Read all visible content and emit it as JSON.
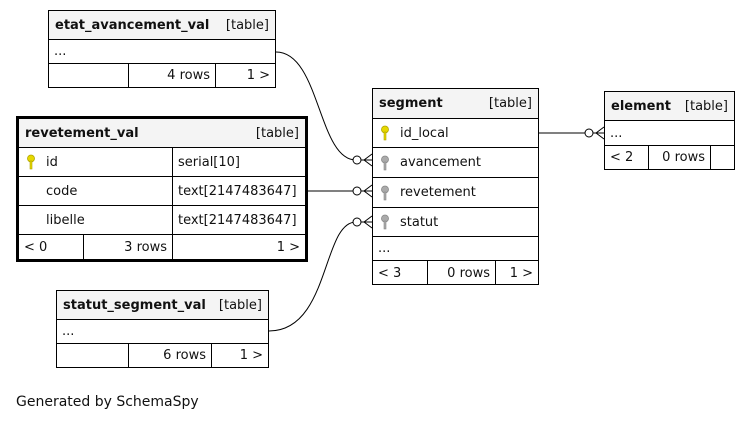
{
  "colors": {
    "primary_key": "#e6d800",
    "foreign_key": "#aaaaaa",
    "header_bg": "#f4f4f4"
  },
  "tables": {
    "etat_avancement_val": {
      "name": "etat_avancement_val",
      "type": "[table]",
      "ellipsis": "...",
      "footer": [
        "",
        "4 rows",
        "1 >"
      ]
    },
    "revetement_val": {
      "name": "revetement_val",
      "type": "[table]",
      "columns": [
        {
          "name": "id",
          "type": "serial[10]",
          "key": "primary-key-icon"
        },
        {
          "name": "code",
          "type": "text[2147483647]"
        },
        {
          "name": "libelle",
          "type": "text[2147483647]"
        }
      ],
      "footer": [
        "< 0",
        "3 rows",
        "1 >"
      ]
    },
    "statut_segment_val": {
      "name": "statut_segment_val",
      "type": "[table]",
      "ellipsis": "...",
      "footer": [
        "",
        "6 rows",
        "1 >"
      ]
    },
    "segment": {
      "name": "segment",
      "type": "[table]",
      "columns": [
        {
          "name": "id_local",
          "key": "primary-key-icon"
        },
        {
          "name": "avancement",
          "key": "foreign-key-icon"
        },
        {
          "name": "revetement",
          "key": "foreign-key-icon"
        },
        {
          "name": "statut",
          "key": "foreign-key-icon"
        }
      ],
      "ellipsis": "...",
      "footer": [
        "< 3",
        "0 rows",
        "1 >"
      ]
    },
    "element": {
      "name": "element",
      "type": "[table]",
      "ellipsis": "...",
      "footer": [
        "< 2",
        "0 rows",
        ""
      ]
    }
  },
  "footer_note": "Generated by SchemaSpy"
}
